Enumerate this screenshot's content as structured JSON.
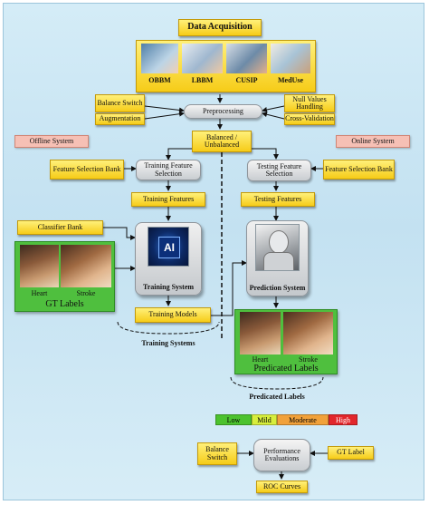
{
  "title": "Data Acquisition",
  "datasets": [
    "OBBM",
    "LBBM",
    "CUSIP",
    "MedUse"
  ],
  "preprocessing": {
    "center": "Preprocessing",
    "left_inputs": [
      "Balance Switch",
      "Augmentation"
    ],
    "right_inputs": [
      "Null Values Handling",
      "Cross-Validation"
    ]
  },
  "balanced": "Balanced / Unbalanced",
  "offline_system": "Offline System",
  "online_system": "Online System",
  "training": {
    "feature_bank": "Feature Selection Bank",
    "feature_selection": "Training Feature Selection",
    "features": "Training Features",
    "classifier_bank": "Classifier Bank",
    "ai_chip": "AI",
    "system_label": "Training System",
    "models": "Training Models",
    "systems_caption": "Training Systems"
  },
  "gt": {
    "heart": "Heart",
    "stroke": "Stroke",
    "title": "GT Labels"
  },
  "testing": {
    "feature_selection": "Testing Feature Selection",
    "feature_bank": "Feature Selection Bank",
    "features": "Testing Features",
    "system_label": "Prediction System"
  },
  "predicated": {
    "heart": "Heart",
    "stroke": "Stroke",
    "title": "Predicated Labels",
    "caption": "Predicated Labels"
  },
  "severity": [
    {
      "label": "Low",
      "color": "#4cc22e"
    },
    {
      "label": "Mild",
      "color": "#d7ee3c"
    },
    {
      "label": "Moderate",
      "color": "#f1a13a"
    },
    {
      "label": "High",
      "color": "#e2262b"
    }
  ],
  "evaluation": {
    "left_input": "Balance Switch",
    "center": "Performance Evaluations",
    "right_input": "GT Label",
    "output": "ROC Curves"
  }
}
